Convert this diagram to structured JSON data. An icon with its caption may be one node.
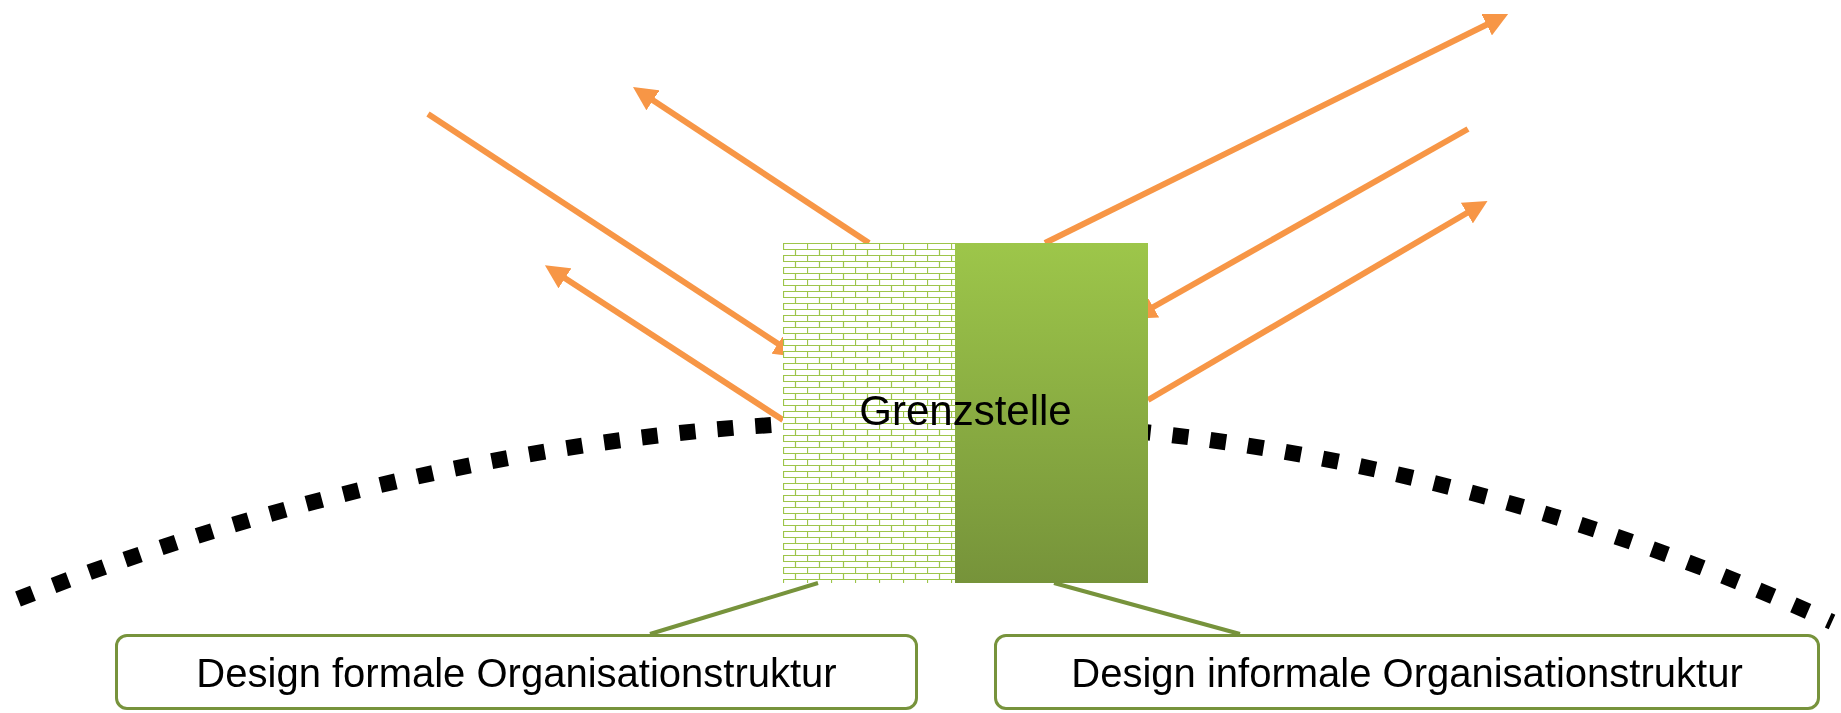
{
  "diagram": {
    "nodes": [
      {
        "text": [
          "Grenzstelle"
        ]
      },
      {
        "text": [
          "Design formale Organisationstruktur"
        ]
      },
      {
        "text": [
          "Design informale Organisationstruktur"
        ]
      }
    ],
    "edges": [
      {
        "from": null,
        "to": 0,
        "arrow": "to"
      },
      {
        "from": 0,
        "to": null,
        "arrow": "to"
      },
      {
        "from": 0,
        "to": null,
        "arrow": "to"
      },
      {
        "from": 0,
        "to": null,
        "arrow": "to"
      },
      {
        "from": null,
        "to": 0,
        "arrow": "to"
      },
      {
        "from": 0,
        "to": null,
        "arrow": "to"
      },
      {
        "from": 1,
        "to": 0,
        "arrow": "none",
        "color": "#77933c"
      },
      {
        "from": 2,
        "to": 0,
        "arrow": "none",
        "color": "#77933c"
      }
    ]
  }
}
